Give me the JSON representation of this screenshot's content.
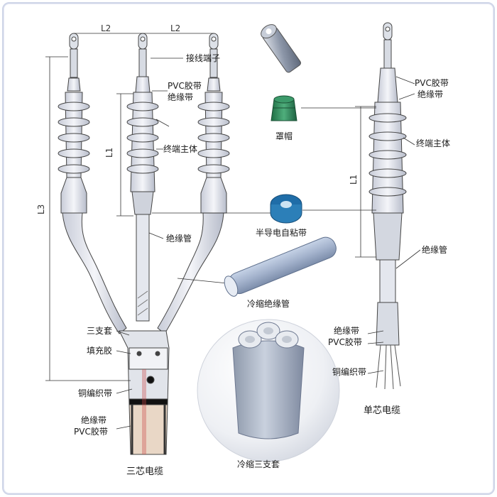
{
  "dimensions": {
    "l2_left": "L2",
    "l2_right": "L2",
    "l1_left": "L1",
    "l3": "L3",
    "l1_right": "L1"
  },
  "labels": {
    "terminal_lug": "接线端子",
    "pvc_tape_top": "PVC胶带",
    "insulating_tape_top": "绝缘带",
    "rain_cap": "罩帽",
    "termination_body": "终端主体",
    "semiconductive_tape": "半导电自粘带",
    "insulating_tube": "绝缘管",
    "cold_shrink_tube": "冷缩绝缘管",
    "breakout_sleeve": "三支套",
    "filler": "填充胶",
    "copper_braid": "铜编织带",
    "insulating_tape_bottom": "绝缘带",
    "pvc_tape_bottom": "PVC胶带",
    "three_core_cable": "三芯电缆",
    "cold_shrink_breakout": "冷缩三支套",
    "right_pvc_tape": "PVC胶带",
    "right_insulating_tape": "绝缘带",
    "right_termination_body": "终端主体",
    "right_insulating_tube": "绝缘管",
    "right_insulating_tape_lower": "绝缘带",
    "right_pvc_tape_lower": "PVC胶带",
    "right_copper_braid": "铜编织带",
    "single_core_cable": "单芯电缆"
  },
  "colors": {
    "outline": "#444444",
    "body_fill": "#e8e8ee",
    "rain_cap": "#2e8b57",
    "tube_fill": "#a7b6cf",
    "semi_cap": "#2c7fb8",
    "lug": "#9aa4b5"
  }
}
